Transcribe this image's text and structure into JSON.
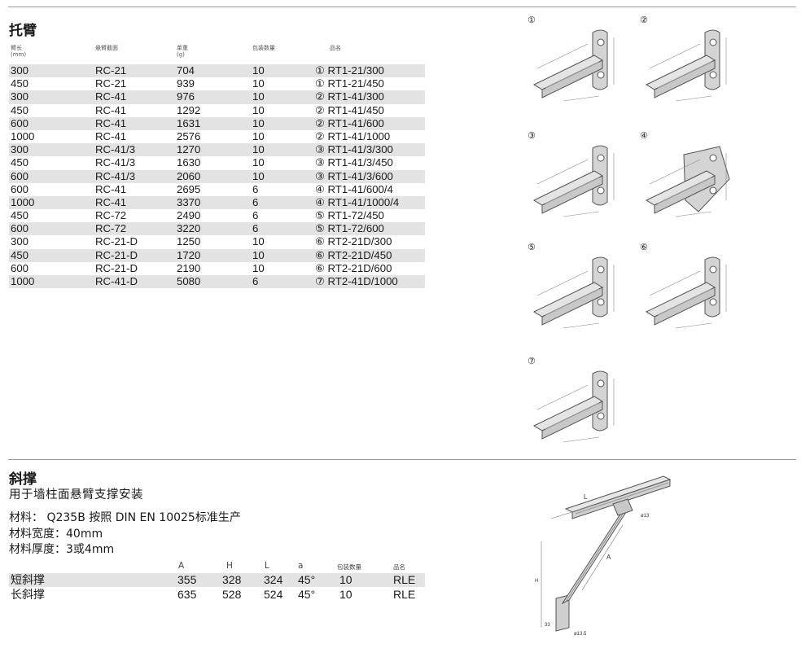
{
  "arm": {
    "title": "托臂",
    "headers": {
      "length": "臂长",
      "length_unit": "(mm)",
      "profile": "悬臂截面",
      "weight": "单重",
      "weight_unit": "(g)",
      "pack": "包装数量",
      "name": "品名"
    },
    "rows": [
      [
        "300",
        "RC-21",
        "704",
        "10",
        "① RT1-21/300"
      ],
      [
        "450",
        "RC-21",
        "939",
        "10",
        "① RT1-21/450"
      ],
      [
        "300",
        "RC-41",
        "976",
        "10",
        "② RT1-41/300"
      ],
      [
        "450",
        "RC-41",
        "1292",
        "10",
        "② RT1-41/450"
      ],
      [
        "600",
        "RC-41",
        "1631",
        "10",
        "② RT1-41/600"
      ],
      [
        "1000",
        "RC-41",
        "2576",
        "10",
        "② RT1-41/1000"
      ],
      [
        "300",
        "RC-41/3",
        "1270",
        "10",
        "③ RT1-41/3/300"
      ],
      [
        "450",
        "RC-41/3",
        "1630",
        "10",
        "③ RT1-41/3/450"
      ],
      [
        "600",
        "RC-41/3",
        "2060",
        "10",
        "③ RT1-41/3/600"
      ],
      [
        "600",
        "RC-41",
        "2695",
        "6",
        "④ RT1-41/600/4"
      ],
      [
        "1000",
        "RC-41",
        "3370",
        "6",
        "④ RT1-41/1000/4"
      ],
      [
        "450",
        "RC-72",
        "2490",
        "6",
        "⑤ RT1-72/450"
      ],
      [
        "600",
        "RC-72",
        "3220",
        "6",
        "⑤ RT1-72/600"
      ],
      [
        "300",
        "RC-21-D",
        "1250",
        "10",
        "⑥ RT2-21D/300"
      ],
      [
        "450",
        "RC-21-D",
        "1720",
        "10",
        "⑥ RT2-21D/450"
      ],
      [
        "600",
        "RC-21-D",
        "2190",
        "10",
        "⑥ RT2-21D/600"
      ],
      [
        "1000",
        "RC-41-D",
        "5080",
        "6",
        "⑦ RT2-41D/1000"
      ]
    ],
    "figure_labels": [
      "①",
      "②",
      "③",
      "④",
      "⑤",
      "⑥",
      "⑦"
    ]
  },
  "brace": {
    "title": "斜撑",
    "subtitle": "用于墙柱面悬臂支撑安装",
    "material": "材料： Q235B 按照 DIN EN 10025标准生产",
    "width": "材料宽度：40mm",
    "thickness": "材料厚度：3或4mm",
    "headers": {
      "a": "A",
      "h": "H",
      "l": "L",
      "alpha": "a",
      "pack": "包装数量",
      "name": "品名"
    },
    "rows": [
      [
        "短斜撑",
        "355",
        "328",
        "324",
        "45°",
        "10",
        "RLE"
      ],
      [
        "长斜撑",
        "635",
        "528",
        "524",
        "45°",
        "10",
        "RLE"
      ]
    ],
    "dims": {
      "l": "L",
      "a": "A",
      "h": "H",
      "hole": "ø13",
      "hole_bottom": "ø13.5",
      "base": "33"
    }
  }
}
